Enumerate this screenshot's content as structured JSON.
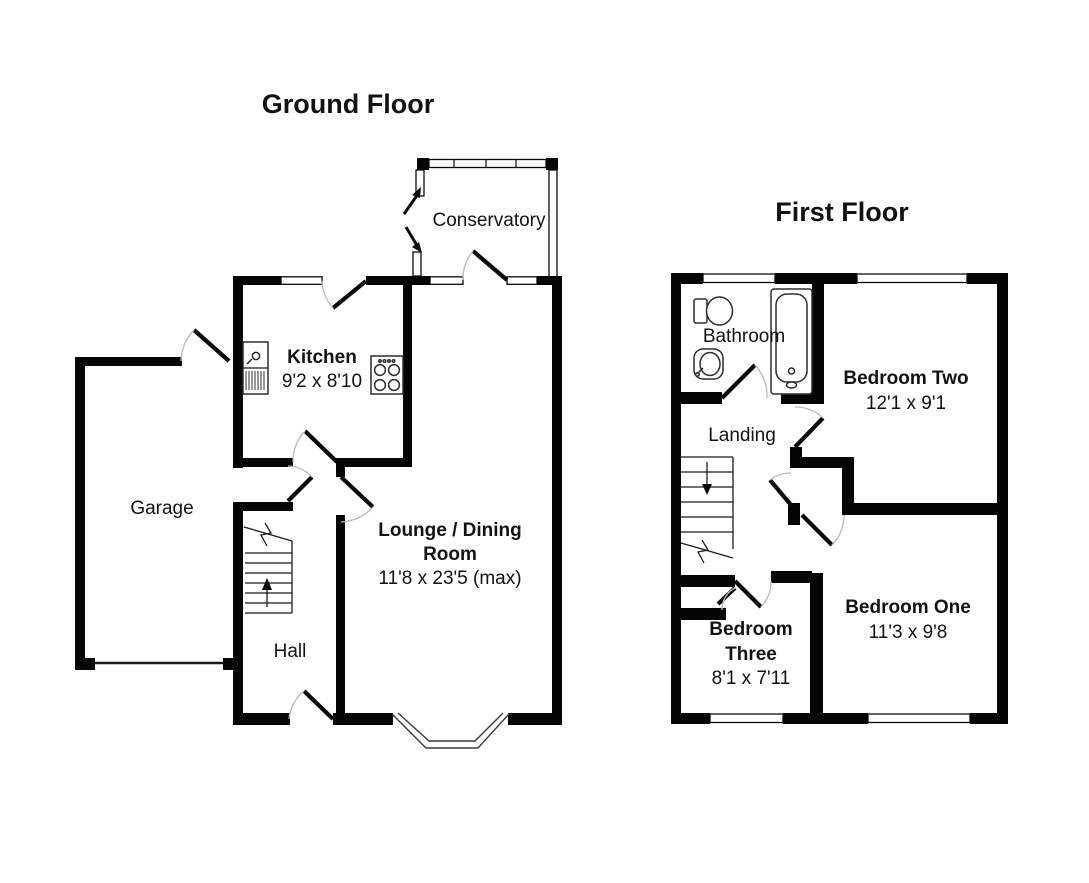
{
  "ground_floor": {
    "title": "Ground Floor",
    "rooms": {
      "conservatory": {
        "name": "Conservatory"
      },
      "kitchen": {
        "name": "Kitchen",
        "dims": "9'2 x 8'10"
      },
      "garage": {
        "name": "Garage"
      },
      "hall": {
        "name": "Hall"
      },
      "lounge_dining": {
        "name_line1": "Lounge / Dining",
        "name_line2": "Room",
        "dims": "11'8 x 23'5 (max)"
      }
    }
  },
  "first_floor": {
    "title": "First Floor",
    "rooms": {
      "bathroom": {
        "name": "Bathroom"
      },
      "landing": {
        "name": "Landing"
      },
      "bedroom_two": {
        "name": "Bedroom Two",
        "dims": "12'1 x 9'1"
      },
      "bedroom_one": {
        "name": "Bedroom One",
        "dims": "11'3 x 9'8"
      },
      "bedroom_three": {
        "name_line1": "Bedroom",
        "name_line2": "Three",
        "dims": "8'1 x 7'11"
      }
    }
  },
  "colors": {
    "wall": "#050505",
    "background": "#ffffff",
    "text": "#121212",
    "door_arc": "#b9b9b9"
  }
}
